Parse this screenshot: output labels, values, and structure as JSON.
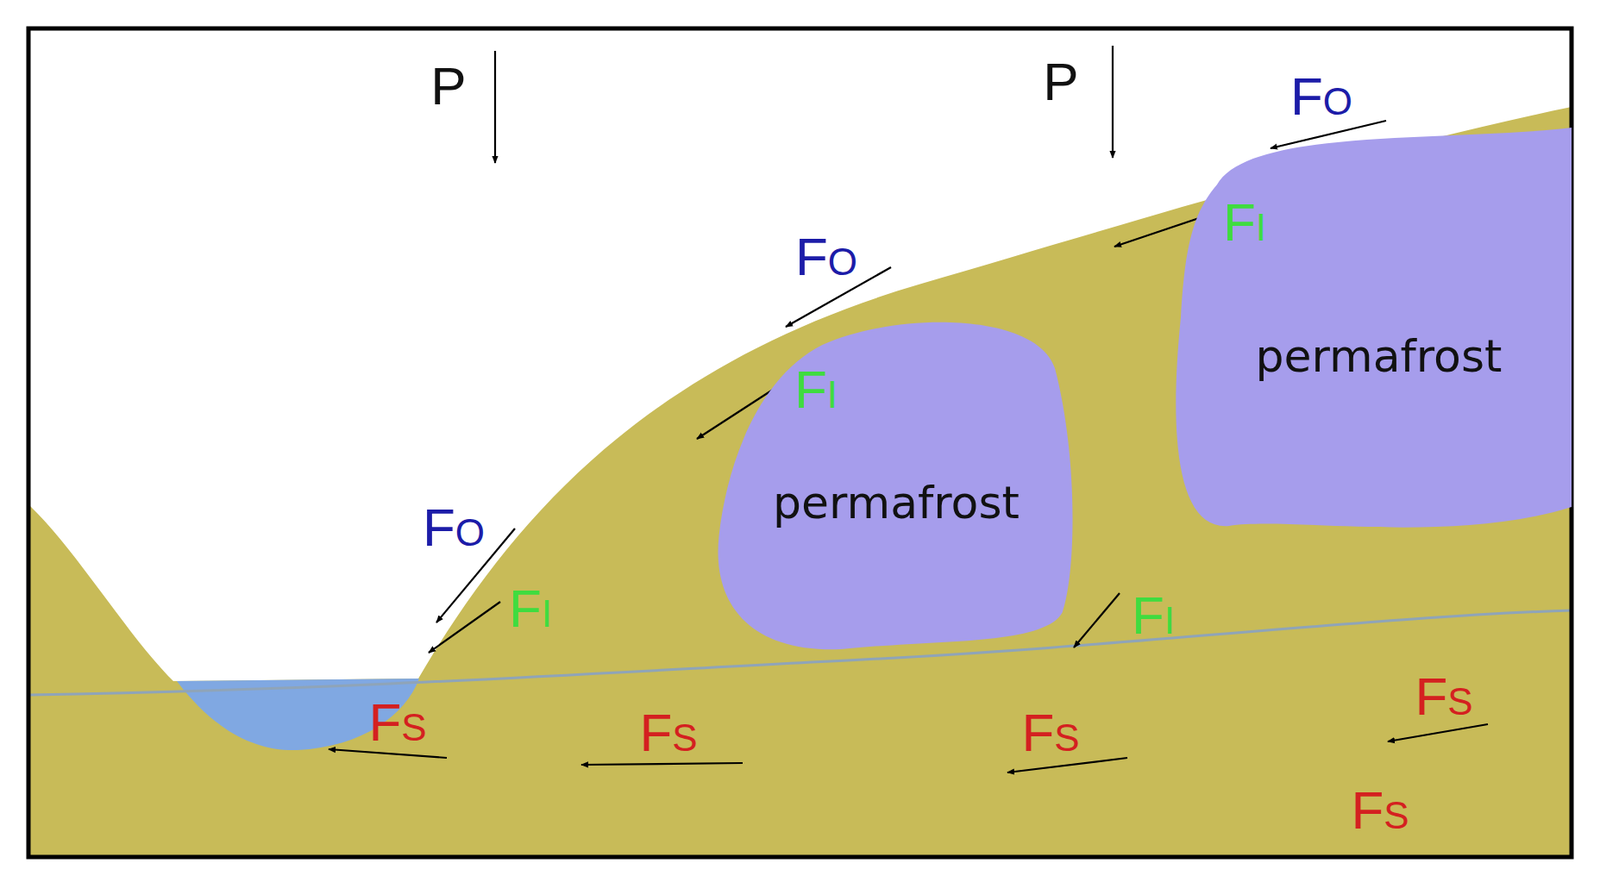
{
  "diagram": {
    "nodes": [
      {
        "text": [
          "permafrost"
        ]
      },
      {
        "text": [
          "permafrost"
        ]
      }
    ],
    "labels": [
      "P",
      "P",
      "FO",
      "FO",
      "FO",
      "FI",
      "FI",
      "FI",
      "FI",
      "FS",
      "FS",
      "FS",
      "FS",
      "FS"
    ]
  }
}
